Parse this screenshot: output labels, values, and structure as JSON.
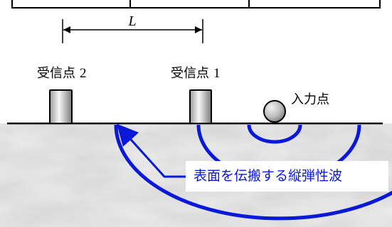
{
  "labels": {
    "distance": "L",
    "receiver2_word": "受信点",
    "receiver2_num": "2",
    "receiver1_word": "受信点",
    "receiver1_num": "1",
    "input_point": "入力点",
    "wave_caption": "表面を伝搬する縦弾性波"
  },
  "colors": {
    "wave": "#0a18d8",
    "line": "#000000",
    "ground_base": "#d9d9d9",
    "ground_texture": "#f3f3f3",
    "receiver_light": "#f7f7f7",
    "receiver_dark": "#7b7b7b",
    "ball_light": "#f2f2f2",
    "ball_dark": "#6f6f6f"
  },
  "icons": {
    "receiver": "cylindrical-sensor-icon",
    "input": "spherical-impact-icon"
  }
}
